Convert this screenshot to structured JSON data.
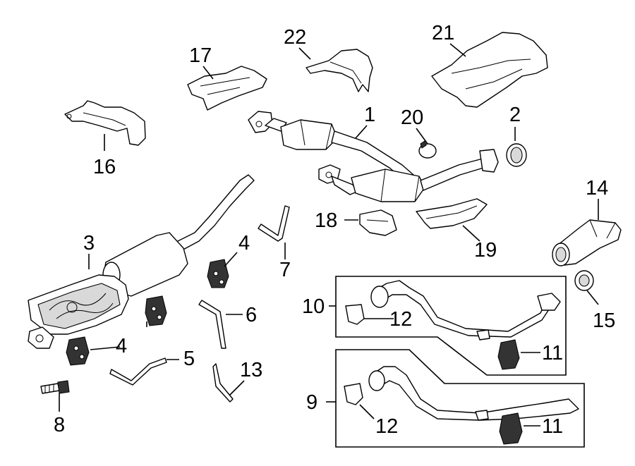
{
  "callouts": {
    "c1": "1",
    "c2": "2",
    "c3": "3",
    "c4a": "4",
    "c4b": "4",
    "c5": "5",
    "c6": "6",
    "c7": "7",
    "c8": "8",
    "c9": "9",
    "c10": "10",
    "c11a": "11",
    "c11b": "11",
    "c12a": "12",
    "c12b": "12",
    "c13": "13",
    "c14": "14",
    "c15": "15",
    "c16": "16",
    "c17": "17",
    "c18": "18",
    "c19": "19",
    "c20": "20",
    "c21": "21",
    "c22": "22"
  },
  "colors": {
    "line": "#000000",
    "background": "#ffffff",
    "shade": "#d9d9d9"
  }
}
